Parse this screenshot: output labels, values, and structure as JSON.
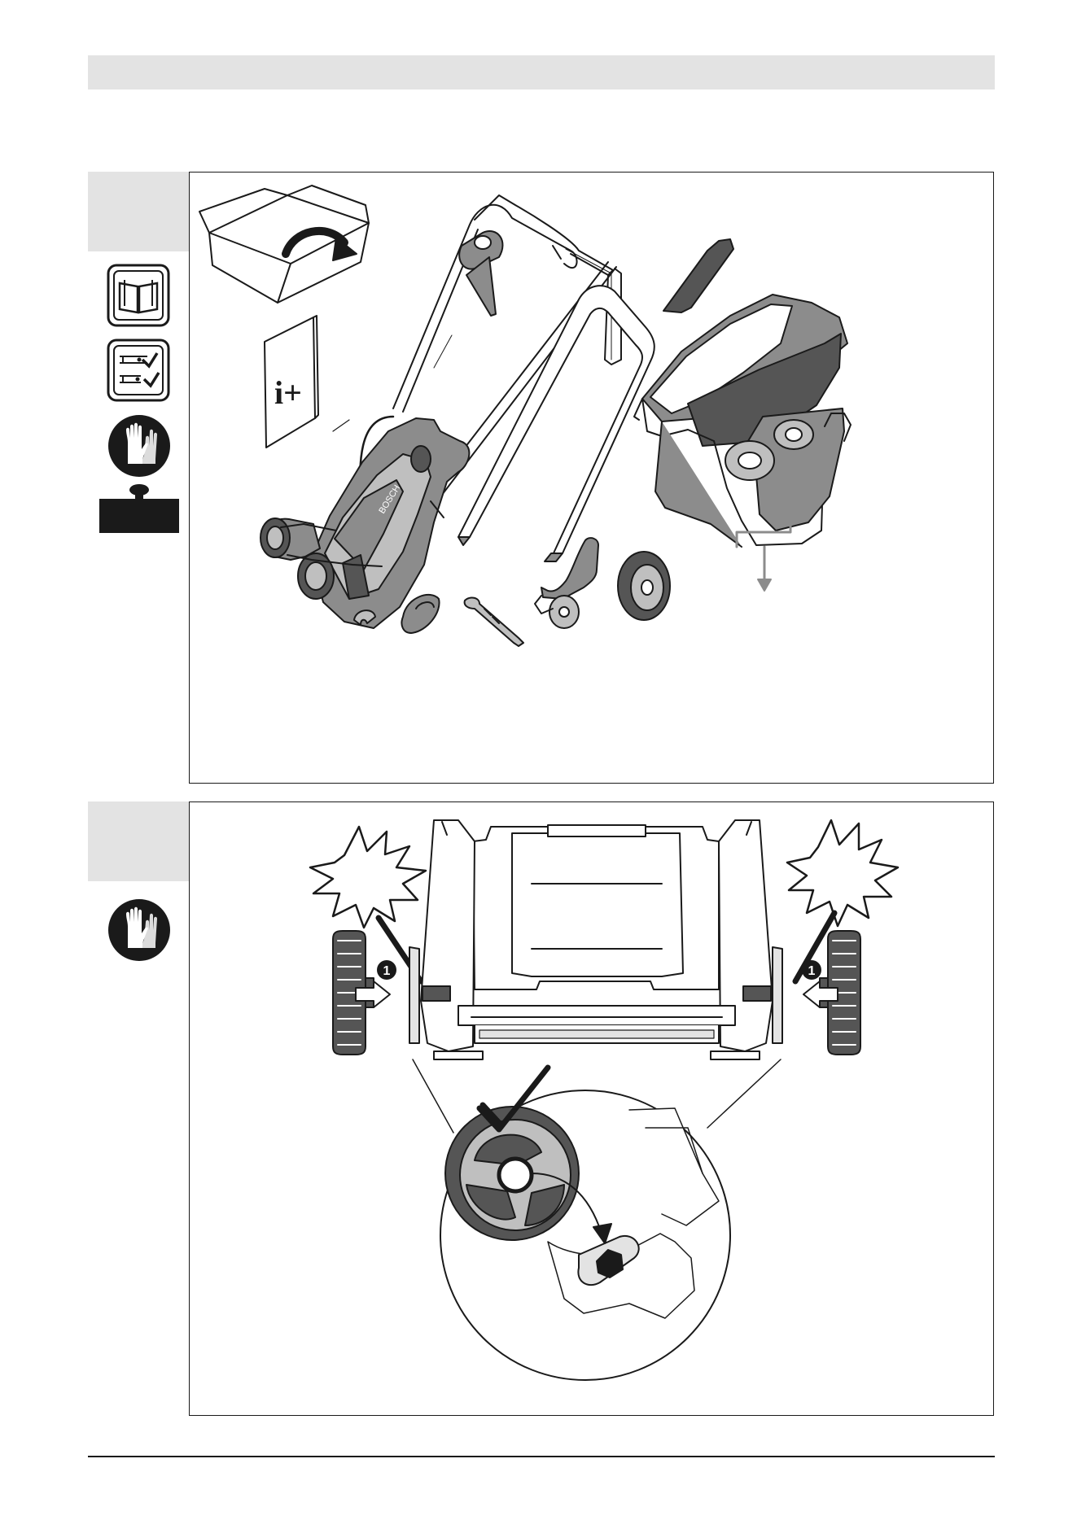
{
  "figure1": {
    "icons": [
      "read-manual-icon",
      "checklist-icon",
      "gloves-icon",
      "weight-icon"
    ],
    "info_sheet": "i+",
    "brand_on_mower": "BOSCH"
  },
  "figure2": {
    "icons": [
      "gloves-icon"
    ],
    "step_marker": "1"
  },
  "colors": {
    "line": "#1a1a1a",
    "part_gray": "#8c8c8c",
    "dark_part": "#555555",
    "light_fill": "#e3e3e3"
  }
}
